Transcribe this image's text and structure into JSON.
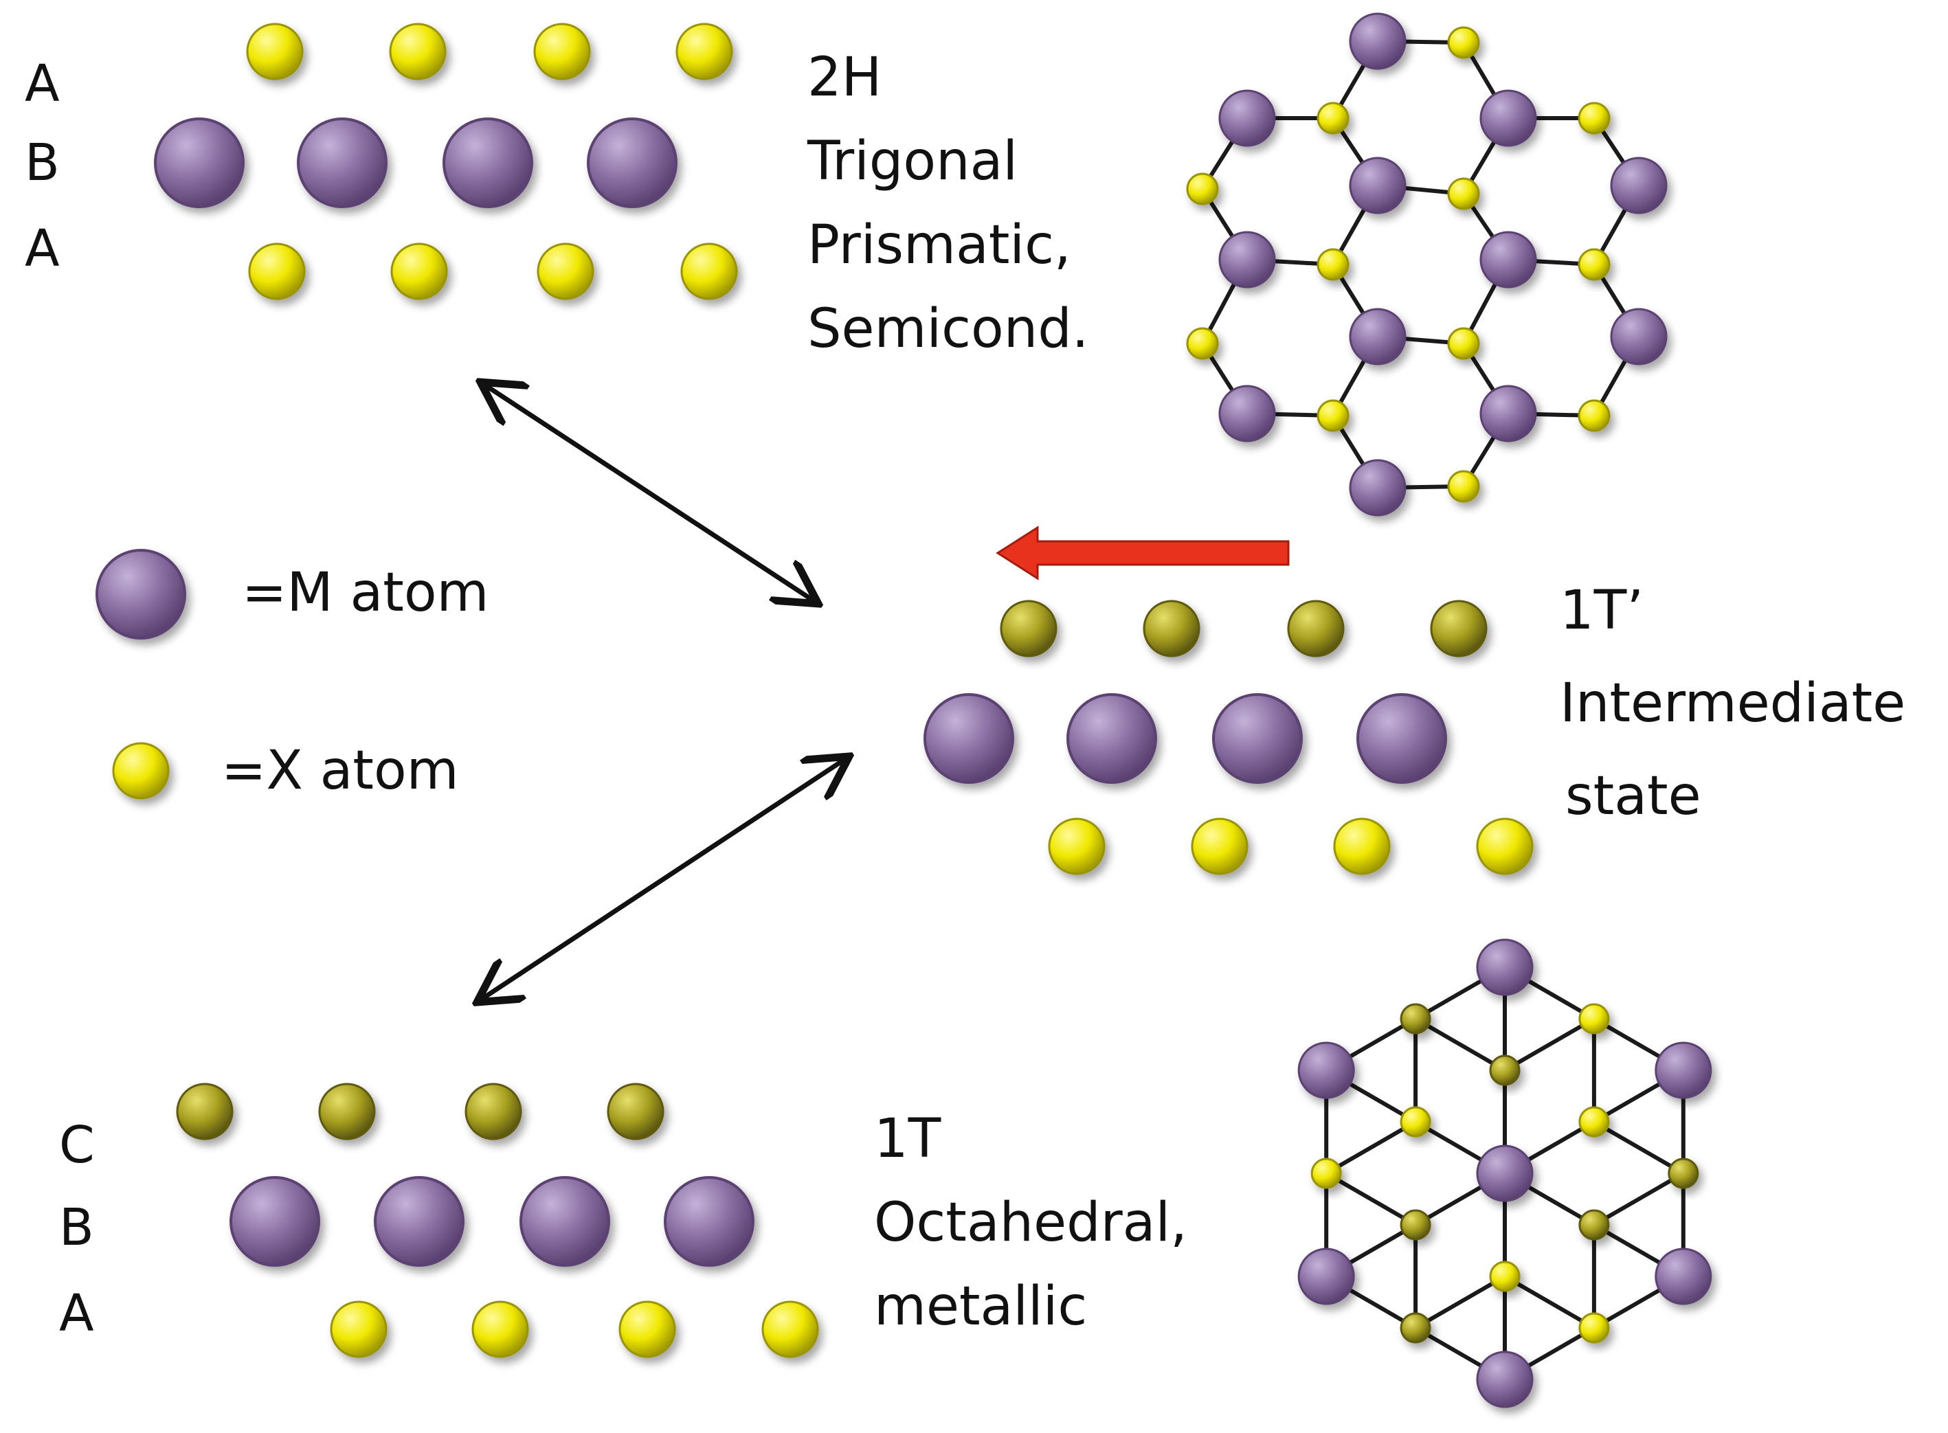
{
  "colors": {
    "metal": "#8a6fa3",
    "metal_dark": "#5c4373",
    "metal_light": "#b9a4cf",
    "chalcogen": "#f0e800",
    "chalcogen_dark": "#9a9400",
    "chalcogen_olive": "#a8a020",
    "chalcogen_olive_dark": "#5e5a10",
    "bond": "#1a1a1a",
    "arrow": "#111111",
    "red_arrow": "#e8321e",
    "red_arrow_edge": "#a51c0e"
  },
  "phase_2h": {
    "layers": [
      "A",
      "B",
      "A"
    ],
    "lines": [
      "2H",
      "Trigonal",
      "Prismatic,",
      "Semicond."
    ]
  },
  "phase_1t_prime": {
    "lines": [
      "1T’",
      "Intermediate",
      "state"
    ]
  },
  "phase_1t": {
    "layers": [
      "C",
      "B",
      "A"
    ],
    "lines": [
      "1T",
      "Octahedral,",
      "metallic"
    ]
  },
  "legend": {
    "m_label": "=M atom",
    "x_label": "=X atom"
  }
}
